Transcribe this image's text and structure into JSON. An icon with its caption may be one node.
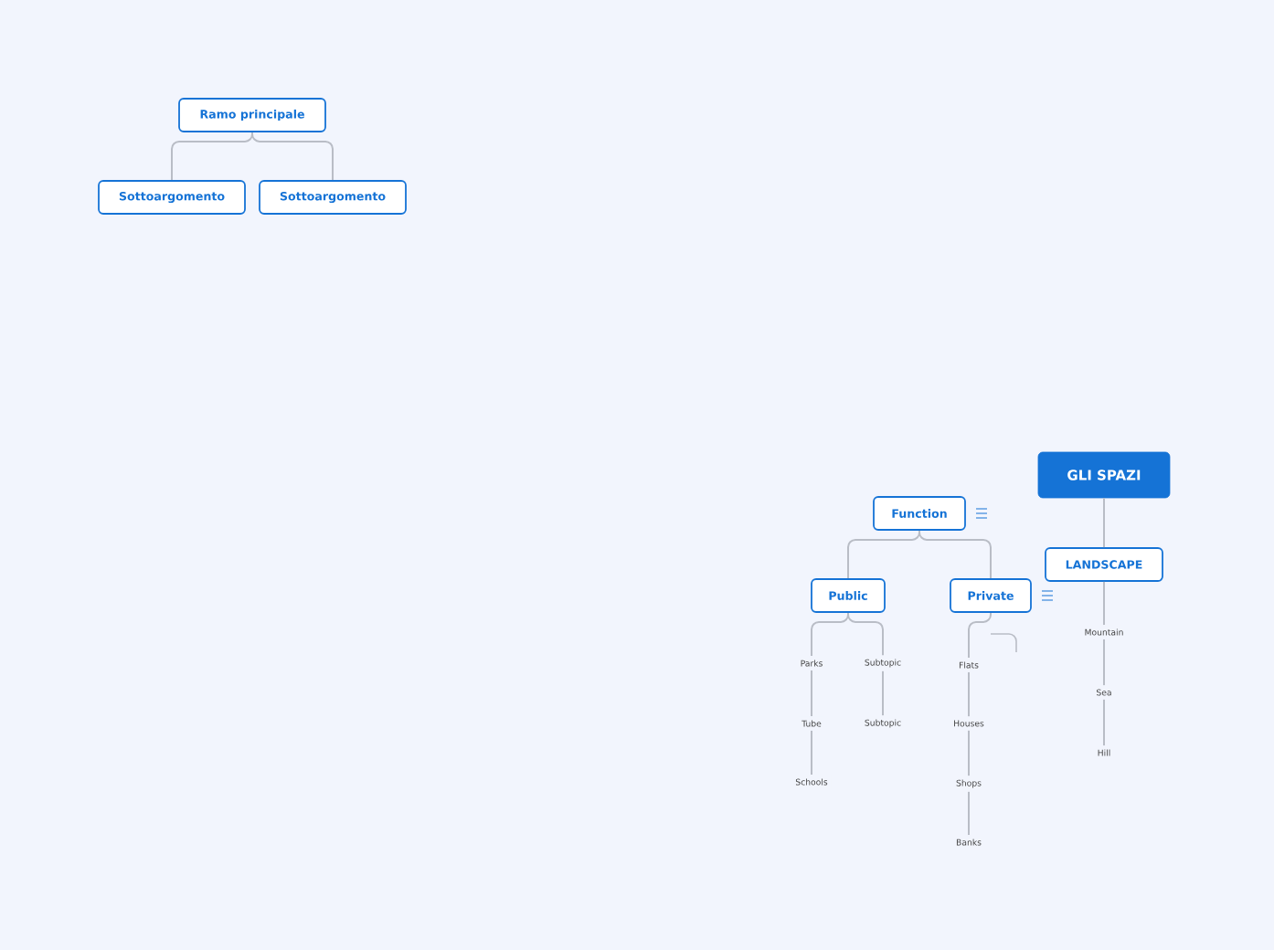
{
  "diagram": {
    "nodes": [
      {
        "text": [
          "Ramo principale"
        ]
      },
      {
        "text": [
          "Sottoargomento"
        ]
      },
      {
        "text": [
          "Sottoargomento"
        ]
      },
      {
        "text": [
          "GLI SPAZI"
        ]
      },
      {
        "text": [
          "LANDSCAPE"
        ]
      },
      {
        "text": [
          "Mountain"
        ]
      },
      {
        "text": [
          "Sea"
        ]
      },
      {
        "text": [
          "Hill"
        ]
      },
      {
        "text": [
          "Function"
        ]
      },
      {
        "text": [
          "Public"
        ]
      },
      {
        "text": [
          "Private"
        ]
      },
      {
        "text": [
          "Parks"
        ]
      },
      {
        "text": [
          "Tube"
        ]
      },
      {
        "text": [
          "Schools"
        ]
      },
      {
        "text": [
          "Subtopic"
        ]
      },
      {
        "text": [
          "Subtopic"
        ]
      },
      {
        "text": [
          "Flats"
        ]
      },
      {
        "text": [
          "Houses"
        ]
      },
      {
        "text": [
          "Shops"
        ]
      },
      {
        "text": [
          "Banks"
        ]
      }
    ],
    "edges": [
      {
        "from": 0,
        "to": 1,
        "arrow": "none"
      },
      {
        "from": 0,
        "to": 2,
        "arrow": "none"
      },
      {
        "from": 3,
        "to": 4,
        "arrow": "none"
      },
      {
        "from": 4,
        "to": 5,
        "arrow": "none"
      },
      {
        "from": 5,
        "to": 6,
        "arrow": "none"
      },
      {
        "from": 6,
        "to": 7,
        "arrow": "none"
      },
      {
        "from": 8,
        "to": 9,
        "arrow": "none"
      },
      {
        "from": 8,
        "to": 10,
        "arrow": "none"
      },
      {
        "from": 9,
        "to": 11,
        "arrow": "none"
      },
      {
        "from": 9,
        "to": 14,
        "arrow": "none"
      },
      {
        "from": 11,
        "to": 12,
        "arrow": "none"
      },
      {
        "from": 12,
        "to": 13,
        "arrow": "none"
      },
      {
        "from": 14,
        "to": 15,
        "arrow": "none"
      },
      {
        "from": 10,
        "to": 16,
        "arrow": "none"
      },
      {
        "from": 16,
        "to": 17,
        "arrow": "none"
      },
      {
        "from": 17,
        "to": 18,
        "arrow": "none"
      },
      {
        "from": 18,
        "to": 19,
        "arrow": "none"
      }
    ]
  }
}
